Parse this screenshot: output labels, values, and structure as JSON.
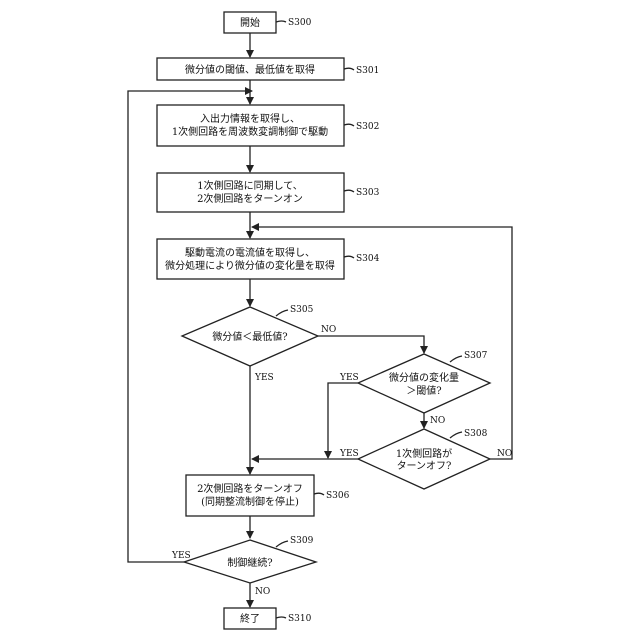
{
  "flowchart": {
    "start": {
      "text": "開始",
      "step": "S300"
    },
    "s301": {
      "lines": [
        "微分値の閾値、最低値を取得"
      ],
      "step": "S301"
    },
    "s302": {
      "lines": [
        "入出力情報を取得し、",
        "1次側回路を周波数変調制御で駆動"
      ],
      "step": "S302"
    },
    "s303": {
      "lines": [
        "1次側回路に同期して、",
        "2次側回路をターンオン"
      ],
      "step": "S303"
    },
    "s304": {
      "lines": [
        "駆動電流の電流値を取得し、",
        "微分処理により微分値の変化量を取得"
      ],
      "step": "S304"
    },
    "s305": {
      "lines": [
        "微分値＜最低値?"
      ],
      "step": "S305",
      "yes": "YES",
      "no": "NO"
    },
    "s307": {
      "lines": [
        "微分値の変化量",
        "＞閾値?"
      ],
      "step": "S307",
      "yes": "YES",
      "no": "NO"
    },
    "s308": {
      "lines": [
        "1次側回路が",
        "ターンオフ?"
      ],
      "step": "S308",
      "yes": "YES",
      "no": "NO"
    },
    "s306": {
      "lines": [
        "2次側回路をターンオフ",
        "(同期整流制御を停止)"
      ],
      "step": "S306"
    },
    "s309": {
      "lines": [
        "制御継続?"
      ],
      "step": "S309",
      "yes": "YES",
      "no": "NO"
    },
    "end": {
      "text": "終了",
      "step": "S310"
    }
  }
}
